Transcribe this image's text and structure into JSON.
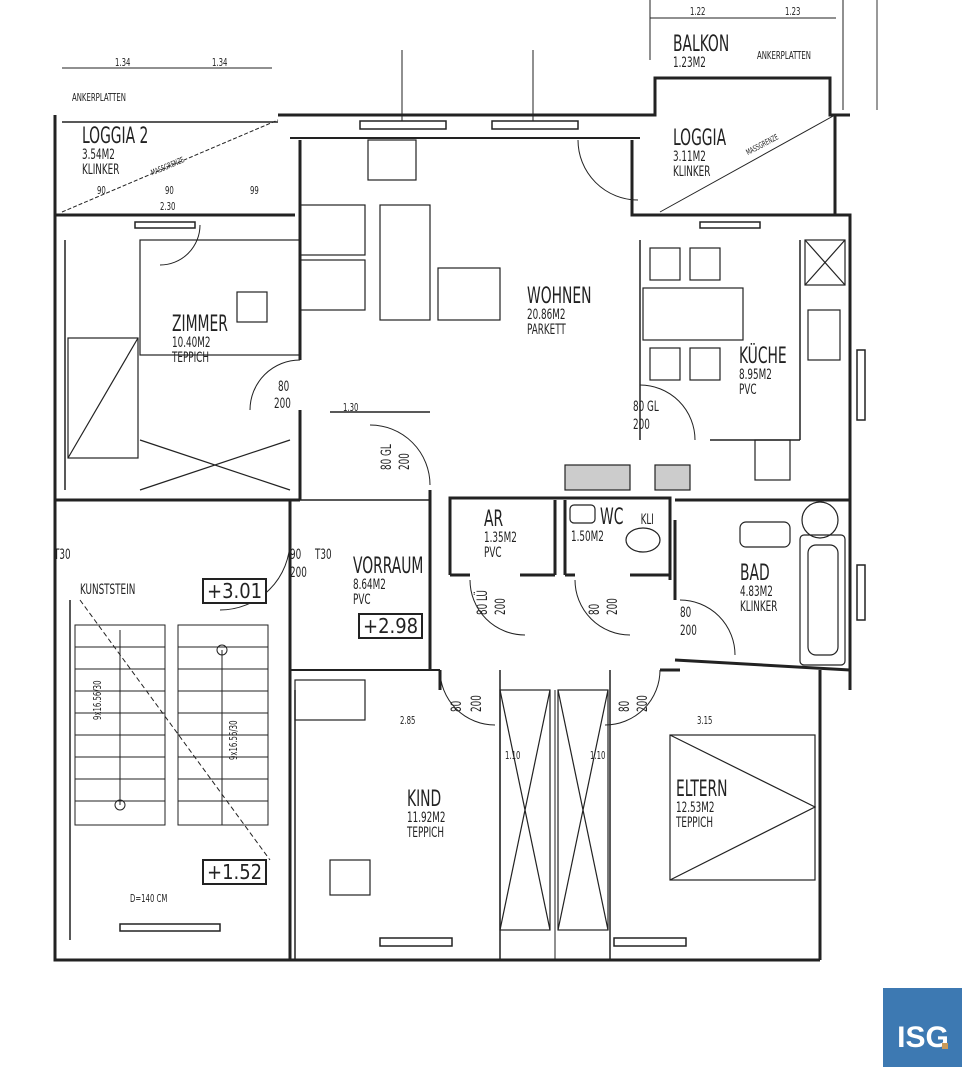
{
  "rooms": {
    "loggia2": {
      "name": "LOGGIA 2",
      "area": "3.54M2",
      "floor": "KLINKER"
    },
    "loggia1": {
      "name": "LOGGIA",
      "area": "3.11M2",
      "floor": "KLINKER"
    },
    "balkon": {
      "name": "BALKON",
      "area": "1.23M2"
    },
    "zimmer": {
      "name": "ZIMMER",
      "area": "10.40M2",
      "floor": "TEPPICH"
    },
    "wohnen": {
      "name": "WOHNEN",
      "area": "20.86M2",
      "floor": "PARKETT"
    },
    "kueche": {
      "name": "KÜCHE",
      "area": "8.95M2",
      "floor": "PVC"
    },
    "vorraum": {
      "name": "VORRAUM",
      "area": "8.64M2",
      "floor": "PVC"
    },
    "ar": {
      "name": "AR",
      "area": "1.35M2",
      "floor": "PVC"
    },
    "wc": {
      "name": "WC",
      "area": "1.50M2",
      "extra": "KLI"
    },
    "bad": {
      "name": "BAD",
      "area": "4.83M2",
      "floor": "KLINKER"
    },
    "kind": {
      "name": "KIND",
      "area": "11.92M2",
      "floor": "TEPPICH"
    },
    "eltern": {
      "name": "ELTERN",
      "area": "12.53M2",
      "floor": "TEPPICH"
    }
  },
  "annotations": {
    "ankerplatten_left": "ANKERPLATTEN",
    "ankerplatten_right": "ANKERPLATTEN",
    "kunststein": "KUNSTSTEIN",
    "t30_left": "T30",
    "t30_door": "T30",
    "stair_width": "D=140 CM",
    "stair_up": "9x16.56/30",
    "stair_down": "9x16.56/30",
    "massgrenze_1": "MASSGRENZE",
    "massgrenze_2": "MASSGRENZE"
  },
  "levels": {
    "upper": "+3.01",
    "vorraum": "+2.98",
    "lower": "+1.52"
  },
  "dimensions": {
    "top_left": [
      "1.34",
      "1.34"
    ],
    "top_right": [
      "1.22",
      "1.23"
    ],
    "loggia2_bottom": [
      "90",
      "90",
      "99"
    ],
    "loggia2_total": "2.30",
    "zimmer_door": [
      "80",
      "200"
    ],
    "kitchen_door": [
      "80 GL",
      "200"
    ],
    "vorraum_door": [
      "80 GL",
      "200"
    ],
    "entry_door": [
      "90",
      "200"
    ],
    "ar_door": [
      "80 LÜ",
      "200"
    ],
    "wc_door": [
      "80",
      "200"
    ],
    "bad_door": [
      "80",
      "200"
    ],
    "kind_door": [
      "80",
      "200"
    ],
    "eltern_door": [
      "80",
      "200"
    ],
    "kind_width": "2.85",
    "eltern_width": "3.15",
    "shafts": [
      "1.10",
      "1.10"
    ],
    "dim_130": "1.30"
  },
  "logo": {
    "text": "ISG",
    "bg": "#3d79b2",
    "accent": "#c99a5a"
  }
}
